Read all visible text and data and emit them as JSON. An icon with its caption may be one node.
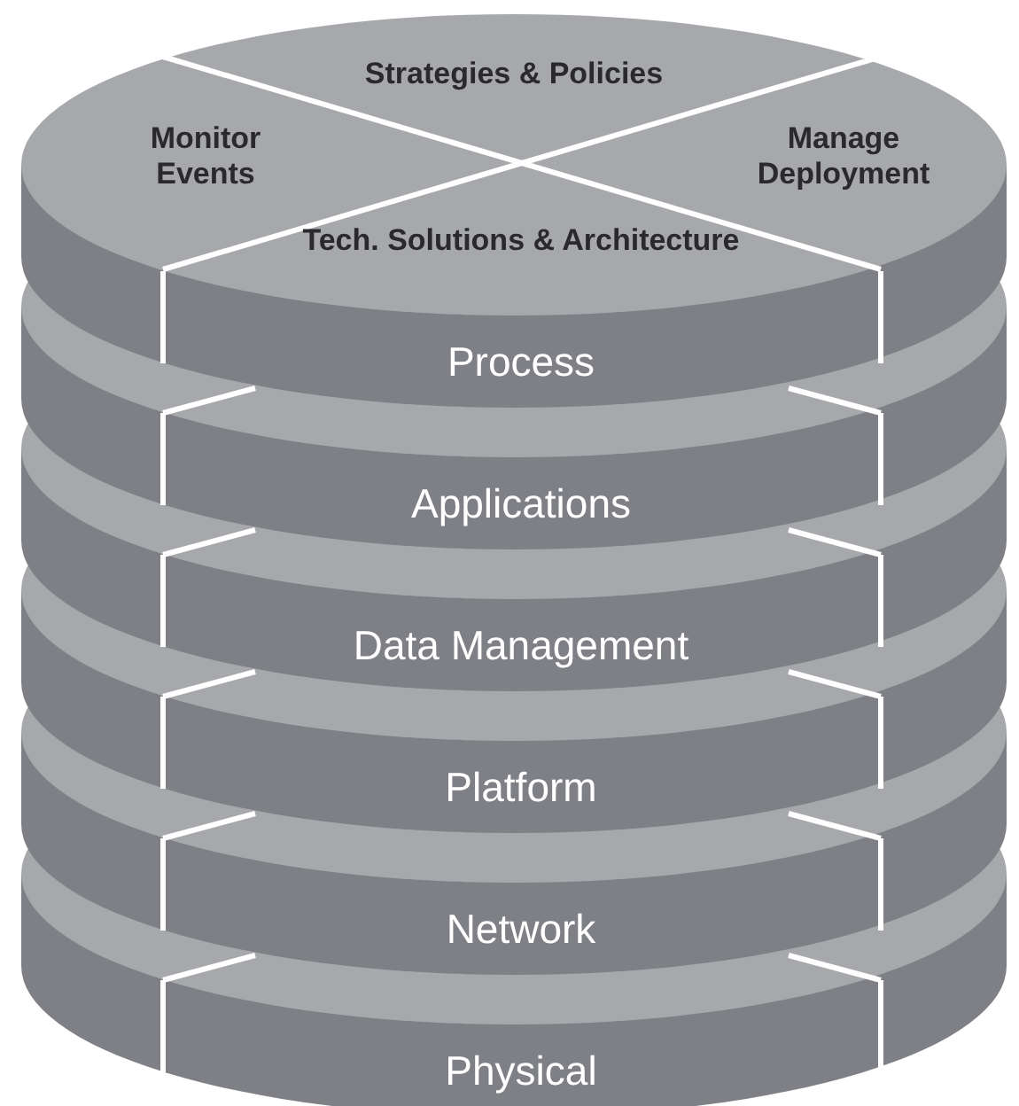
{
  "diagram": {
    "nodes": [
      {
        "text": [
          "Strategies & Policies"
        ]
      },
      {
        "text": [
          "Monitor Events"
        ]
      },
      {
        "text": [
          "Manage Deployment"
        ]
      },
      {
        "text": [
          "Tech. Solutions & Architecture"
        ]
      },
      {
        "text": [
          "Process"
        ]
      },
      {
        "text": [
          "Applications"
        ]
      },
      {
        "text": [
          "Data Management"
        ]
      },
      {
        "text": [
          "Platform"
        ]
      },
      {
        "text": [
          "Network"
        ]
      },
      {
        "text": [
          "Physical"
        ]
      }
    ]
  }
}
